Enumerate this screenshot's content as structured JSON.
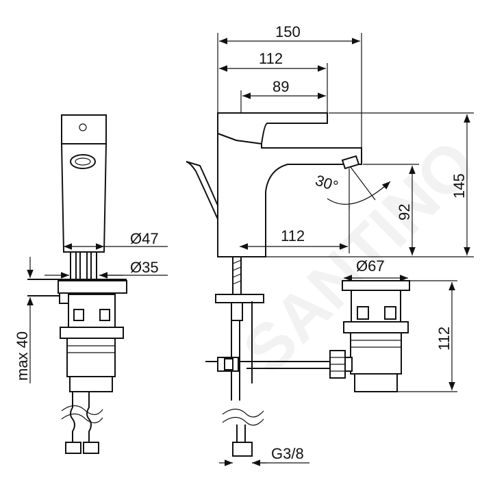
{
  "watermark": "SANTINO",
  "dimensions": {
    "total_length": "150",
    "handle_length": "112",
    "handle_top": "89",
    "total_height": "145",
    "spout_height": "92",
    "spout_angle": "30°",
    "spout_reach": "112",
    "base_diameter": "Ø47",
    "hole_diameter": "Ø35",
    "max_thickness": "max 40",
    "waste_diameter": "Ø67",
    "waste_height": "112",
    "connection": "G3/8"
  }
}
